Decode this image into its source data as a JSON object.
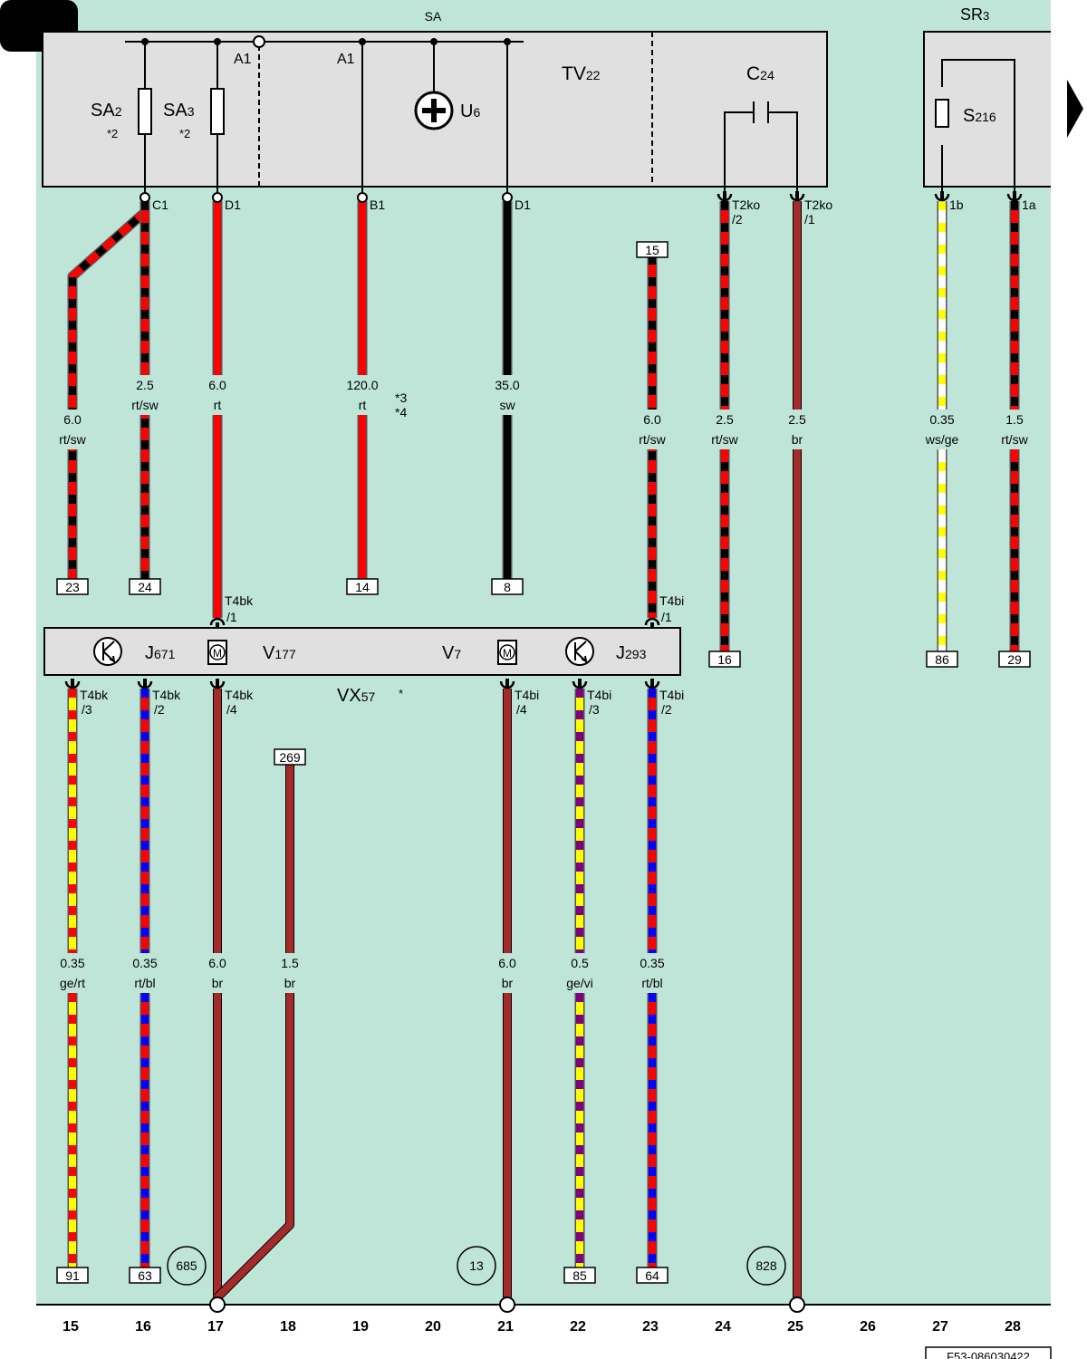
{
  "header": {
    "sa_label": "SA",
    "sr_label": "SR",
    "sr_sub": "3"
  },
  "components": {
    "sa2": {
      "main": "SA",
      "sub": "2",
      "note": "*2"
    },
    "sa3": {
      "main": "SA",
      "sub": "3",
      "note": "*2"
    },
    "a1_left": "A1",
    "a1_right": "A1",
    "u6": {
      "main": "U",
      "sub": "6"
    },
    "tv22": {
      "main": "TV",
      "sub": "22"
    },
    "c24": {
      "main": "C",
      "sub": "24"
    },
    "s216": {
      "main": "S",
      "sub": "216"
    },
    "j671": {
      "main": "J",
      "sub": "671"
    },
    "v177": {
      "main": "V",
      "sub": "177"
    },
    "v7": {
      "main": "V",
      "sub": "7"
    },
    "j293": {
      "main": "J",
      "sub": "293"
    },
    "vx57": {
      "main": "VX",
      "sub": "57",
      "note": "*"
    },
    "motor_symbol": "M"
  },
  "pins": {
    "c1": "C1",
    "d1a": "D1",
    "b1": "B1",
    "d1b": "D1",
    "t2ko2a": "T2ko",
    "t2ko2b": "/2",
    "t2ko1a": "T2ko",
    "t2ko1b": "/1",
    "p1b": "1b",
    "p1a": "1a",
    "t4bk1a": "T4bk",
    "t4bk1b": "/1",
    "t4bi1a": "T4bi",
    "t4bi1b": "/1",
    "t4bk3a": "T4bk",
    "t4bk3b": "/3",
    "t4bk2a": "T4bk",
    "t4bk2b": "/2",
    "t4bk4a": "T4bk",
    "t4bk4b": "/4",
    "t4bi4a": "T4bi",
    "t4bi4b": "/4",
    "t4bi3a": "T4bi",
    "t4bi3b": "/3",
    "t4bi2a": "T4bi",
    "t4bi2b": "/2"
  },
  "wires": [
    {
      "id": "w15top",
      "size": "6.0",
      "color": "rt/sw",
      "c1": "#ff0000",
      "c2": "#000000"
    },
    {
      "id": "w16top",
      "size": "2.5",
      "color": "rt/sw",
      "c1": "#ff0000",
      "c2": "#000000"
    },
    {
      "id": "w17top",
      "size": "6.0",
      "color": "rt",
      "c1": "#ff0000",
      "c2": null
    },
    {
      "id": "w19top",
      "size": "120.0",
      "color": "rt",
      "c1": "#ff0000",
      "c2": null,
      "notes": [
        "*3",
        "*4"
      ]
    },
    {
      "id": "w21top",
      "size": "35.0",
      "color": "sw",
      "c1": "#000000",
      "c2": null
    },
    {
      "id": "w23top",
      "size": "6.0",
      "color": "rt/sw",
      "c1": "#ff0000",
      "c2": "#000000"
    },
    {
      "id": "w24top",
      "size": "2.5",
      "color": "rt/sw",
      "c1": "#ff0000",
      "c2": "#000000"
    },
    {
      "id": "w25",
      "size": "2.5",
      "color": "br",
      "c1": "#a52a2a",
      "c2": null
    },
    {
      "id": "w27",
      "size": "0.35",
      "color": "ws/ge",
      "c1": "#ffffff",
      "c2": "#ffff00"
    },
    {
      "id": "w28",
      "size": "1.5",
      "color": "rt/sw",
      "c1": "#ff0000",
      "c2": "#000000"
    },
    {
      "id": "w15bot",
      "size": "0.35",
      "color": "ge/rt",
      "c1": "#ffff00",
      "c2": "#ff0000"
    },
    {
      "id": "w16bot",
      "size": "0.35",
      "color": "rt/bl",
      "c1": "#ff0000",
      "c2": "#0000ff"
    },
    {
      "id": "w17bot",
      "size": "6.0",
      "color": "br",
      "c1": "#a52a2a",
      "c2": null
    },
    {
      "id": "w18",
      "size": "1.5",
      "color": "br",
      "c1": "#a52a2a",
      "c2": null
    },
    {
      "id": "w21bot",
      "size": "6.0",
      "color": "br",
      "c1": "#a52a2a",
      "c2": null
    },
    {
      "id": "w22",
      "size": "0.5",
      "color": "ge/vi",
      "c1": "#ffff00",
      "c2": "#800080"
    },
    {
      "id": "w23bot",
      "size": "0.35",
      "color": "rt/bl",
      "c1": "#ff0000",
      "c2": "#0000ff"
    }
  ],
  "refs": {
    "r23": "23",
    "r24": "24",
    "r14": "14",
    "r8": "8",
    "r15": "15",
    "r16": "16",
    "r86": "86",
    "r29": "29",
    "r269": "269",
    "r91": "91",
    "r63": "63",
    "r85": "85",
    "r64": "64"
  },
  "circles": {
    "c685": "685",
    "c13": "13",
    "c828": "828"
  },
  "columns": [
    "15",
    "16",
    "17",
    "18",
    "19",
    "20",
    "21",
    "22",
    "23",
    "24",
    "25",
    "26",
    "27",
    "28"
  ],
  "doc_id": "F53-086030422",
  "colors": {
    "background": "#bfe5d8",
    "component": "#e0e0e0",
    "red": "#ff0000",
    "black": "#000000",
    "brown": "#a52a2a",
    "yellow": "#ffff00",
    "blue": "#0000ff",
    "violet": "#800080"
  }
}
